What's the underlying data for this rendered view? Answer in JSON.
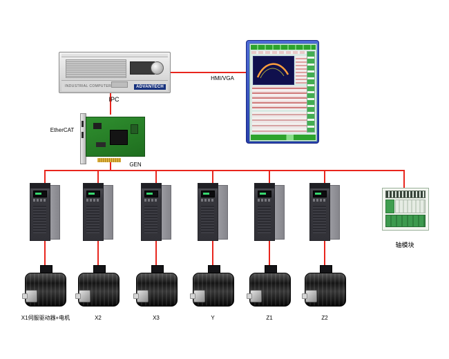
{
  "colors": {
    "connection_line": "#e8251d",
    "monitor_frame": "#2740ad",
    "pcb_green": "#2f8f2f",
    "plot_curve": "#ff9f3c"
  },
  "nodes": {
    "ipc": {
      "label": "IPC",
      "panel_text": "INDUSTRIAL COMPUTER",
      "brand": "ADVANTECH"
    },
    "hmi": {
      "link_label": "HMI/VGA"
    },
    "ethercat_card": {
      "label": "EtherCAT",
      "sublabel": "GEN"
    },
    "axis_module": {
      "label": "轴模块"
    }
  },
  "motors": [
    {
      "label": "X1伺服驱动器+电机"
    },
    {
      "label": "X2"
    },
    {
      "label": "X3"
    },
    {
      "label": "Y"
    },
    {
      "label": "Z1"
    },
    {
      "label": "Z2"
    }
  ]
}
